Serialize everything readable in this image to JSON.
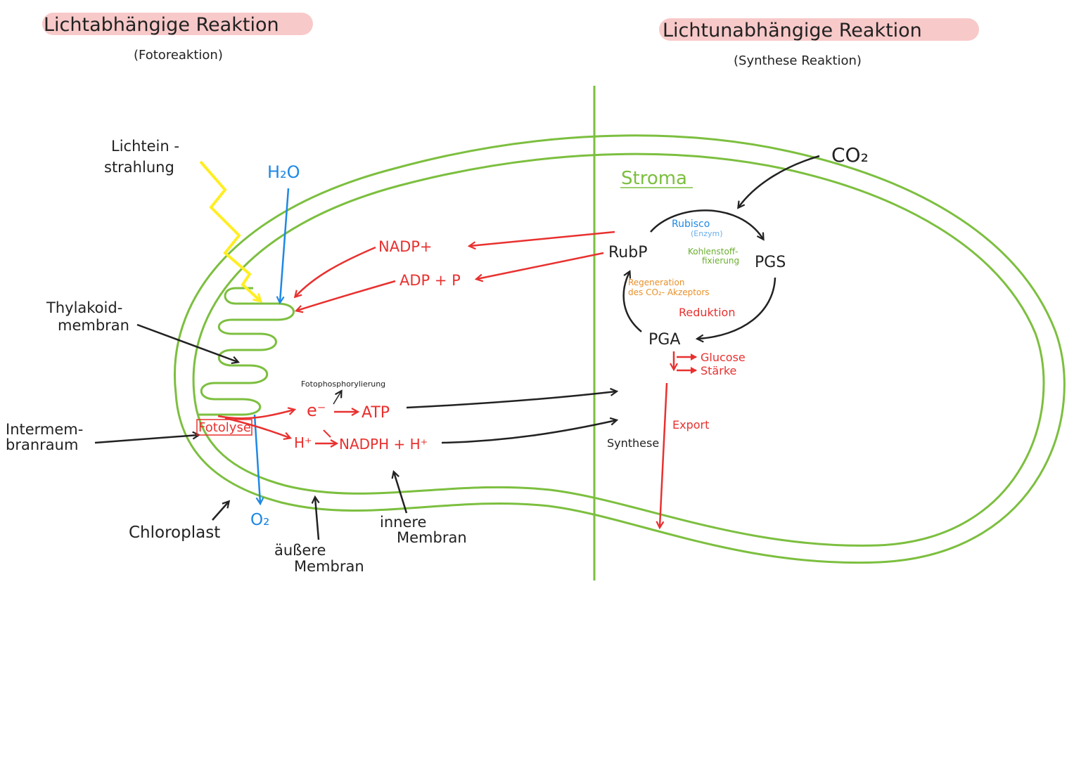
{
  "titles": {
    "left": "Lichtabhängige Reaktion",
    "left_sub": "(Fotoreaktion)",
    "right": "Lichtunabhängige Reaktion",
    "right_sub": "(Synthese Reaktion)"
  },
  "labels": {
    "light": [
      "Lichtein -",
      "strahlung"
    ],
    "water": "H₂O",
    "thylakoid": [
      "Thylakoid-",
      "membran"
    ],
    "intermembrane": [
      "Intermem-",
      "branraum"
    ],
    "chloroplast": "Chloroplast",
    "oxygen": "O₂",
    "outer_membrane": [
      "äußere",
      "Membran"
    ],
    "inner_membrane": [
      "innere",
      "Membran"
    ],
    "stroma": "Stroma",
    "co2": "CO₂"
  },
  "light_reactions": {
    "photolysis": "Fotolyse",
    "photophosphorylation": "Fotophosphorylierung",
    "electron": "e⁻",
    "atp": "ATP",
    "proton": "H⁺",
    "nadph": "NADPH + H⁺",
    "nadp": "NADP+",
    "adp": "ADP + P"
  },
  "calvin_cycle": {
    "rubp": "RubP",
    "pgs": "PGS",
    "pga": "PGA",
    "rubisco": "Rubisco",
    "enzyme": "(Enzym)",
    "fixation": [
      "Kohlenstoff-",
      "fixierung"
    ],
    "regeneration": [
      "Regeneration",
      "des CO₂- Akzeptors"
    ],
    "reduction": "Reduktion",
    "glucose": "Glucose",
    "starch": "Stärke",
    "synthesis": "Synthese",
    "export": "Export"
  },
  "colors": {
    "membrane": "#7cbf3f",
    "light": "#ffee22",
    "water": "#1e88e5",
    "reaction": "#e8312f",
    "ink": "#222222",
    "highlight": "#f8c9c9",
    "enzyme": "#1e88e5",
    "fixation": "#6aae2f",
    "regeneration": "#e8902a"
  }
}
